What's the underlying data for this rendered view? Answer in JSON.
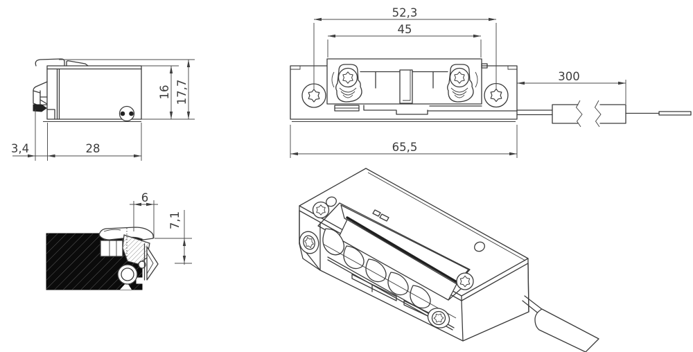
{
  "dims": {
    "side": {
      "offset": "3,4",
      "depth": "28",
      "height_inner": "16",
      "height_total": "17,7"
    },
    "front": {
      "screw_spacing": "52,3",
      "keeper_width": "45",
      "total_length": "65,5"
    },
    "cable": {
      "length": "300"
    },
    "section": {
      "lip_width": "6",
      "lip_height": "7,1"
    }
  },
  "colors": {
    "line": "#3a3a3a",
    "text": "#3d3d3d",
    "section_fill": "#0b0b0b",
    "background": "#ffffff"
  }
}
